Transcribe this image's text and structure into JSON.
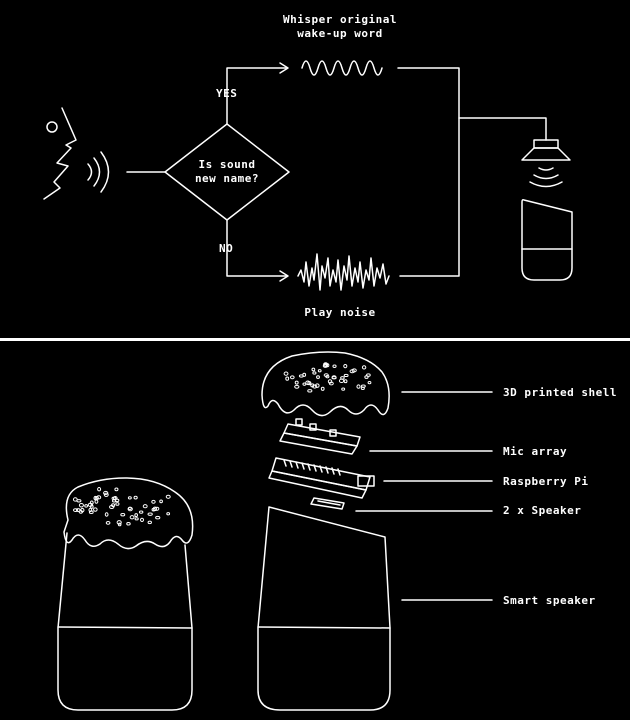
{
  "flowchart": {
    "title_line1": "Whisper original",
    "title_line2": "wake-up word",
    "decision_line1": "Is sound",
    "decision_line2": "new name?",
    "yes_label": "YES",
    "no_label": "NO",
    "noise_label": "Play noise"
  },
  "components": {
    "shell": "3D printed shell",
    "mic": "Mic array",
    "pi": "Raspberry Pi",
    "speaker": "2 x Speaker",
    "smart_speaker": "Smart speaker"
  },
  "colors": {
    "background": "#000000",
    "stroke": "#ffffff"
  }
}
